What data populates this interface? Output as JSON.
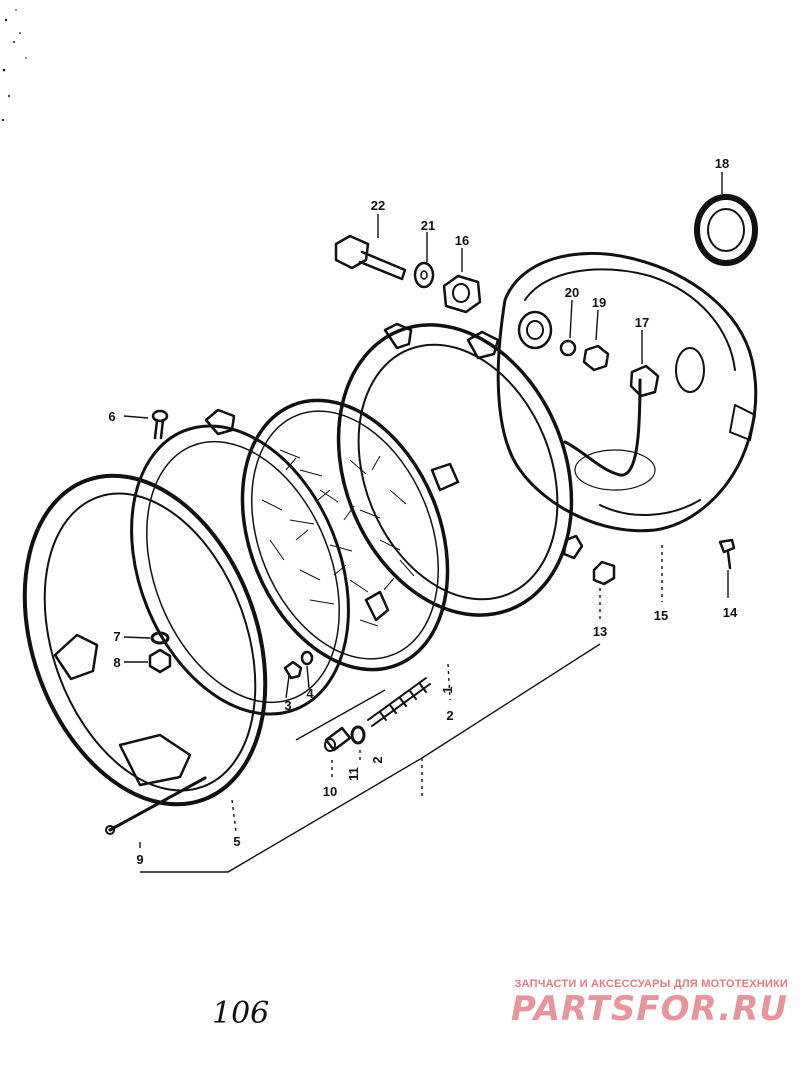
{
  "diagram": {
    "callouts": {
      "c1": "1",
      "c2": "2",
      "c2b": "2",
      "c3": "3",
      "c4": "4",
      "c5": "5",
      "c6": "6",
      "c7": "7",
      "c8": "8",
      "c9": "9",
      "c10": "10",
      "c11": "11",
      "c13": "13",
      "c14": "14",
      "c15": "15",
      "c16": "16",
      "c17": "17",
      "c18": "18",
      "c19": "19",
      "c20": "20",
      "c21": "21",
      "c22": "22"
    }
  },
  "page_number": "106",
  "watermark": {
    "tagline": "ЗАПЧАСТИ И АКСЕССУАРЫ ДЛЯ МОТОТЕХНИКИ",
    "logo": "PARTSFOR.RU",
    "color": "#e37a85"
  },
  "colors": {
    "ink": "#111111",
    "background": "#ffffff"
  }
}
